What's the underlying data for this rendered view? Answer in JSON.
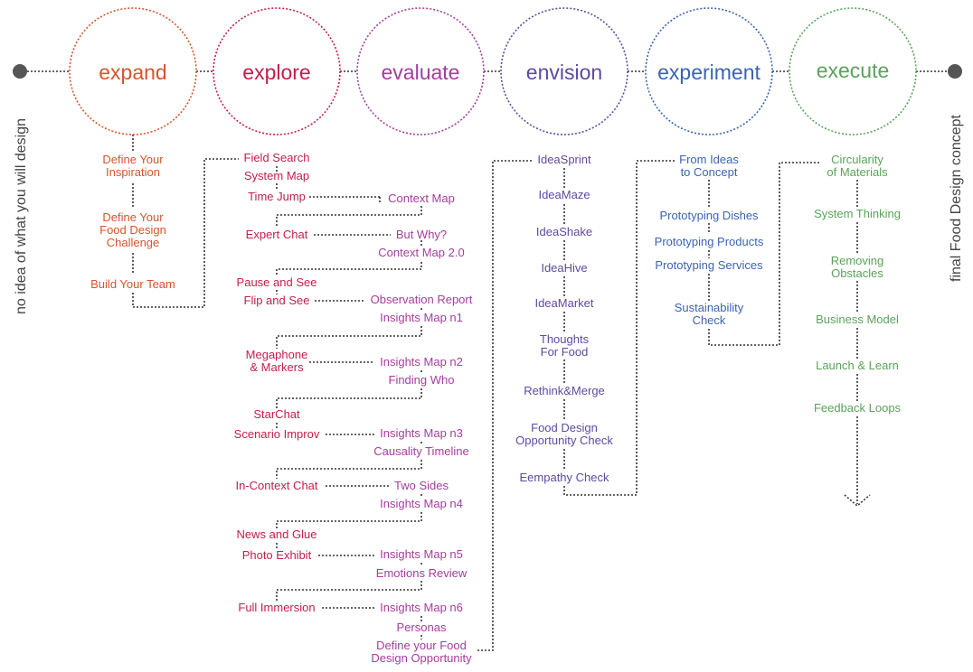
{
  "start_label": "no idea of what you will design",
  "end_label": "final Food Design concept",
  "colors": {
    "expand": "#d4562c",
    "explore": "#c41e4b",
    "evaluate": "#a53d9c",
    "envision": "#5f4aa0",
    "experiment": "#3b64b3",
    "execute": "#5aa35a",
    "connector": "#333333"
  },
  "phases": [
    {
      "id": "expand",
      "title": "expand",
      "items": [
        "Define Your\nInspiration",
        "Define Your\nFood Design\nChallenge",
        "Build Your Team"
      ]
    },
    {
      "id": "explore",
      "title": "explore",
      "items": [
        "Field Search",
        "System Map",
        "Time Jump",
        "Expert Chat",
        "Pause and See",
        "Flip and See",
        "Megaphone\n& Markers",
        "StarChat",
        "Scenario Improv",
        "In-Context Chat",
        "News and Glue",
        "Photo Exhibit",
        "Full Immersion"
      ]
    },
    {
      "id": "evaluate",
      "title": "evaluate",
      "items": [
        "Context Map",
        "But Why?",
        "Context Map 2.0",
        "Observation Report",
        "Insights Map n1",
        "Insights Map n2",
        "Finding Who",
        "Insights Map n3",
        "Causality Timeline",
        "Two Sides",
        "Insights Map n4",
        "Insights Map n5",
        "Emotions Review",
        "Insights Map n6",
        "Personas",
        "Define your Food\nDesign Opportunity"
      ]
    },
    {
      "id": "envision",
      "title": "envision",
      "items": [
        "IdeaSprint",
        "IdeaMaze",
        "IdeaShake",
        "IdeaHive",
        "IdeaMarket",
        "Thoughts\nFor Food",
        "Rethink&Merge",
        "Food Design\nOpportunity Check",
        "Eempathy Check"
      ]
    },
    {
      "id": "experiment",
      "title": "experiment",
      "items": [
        "From Ideas\nto Concept",
        "Prototyping Dishes",
        "Prototyping Products",
        "Prototyping Services",
        "Sustainability\nCheck"
      ]
    },
    {
      "id": "execute",
      "title": "execute",
      "items": [
        "Circularity\nof Materials",
        "System Thinking",
        "Removing\nObstacles",
        "Business Model",
        "Launch & Learn",
        "Feedback Loops"
      ]
    }
  ]
}
